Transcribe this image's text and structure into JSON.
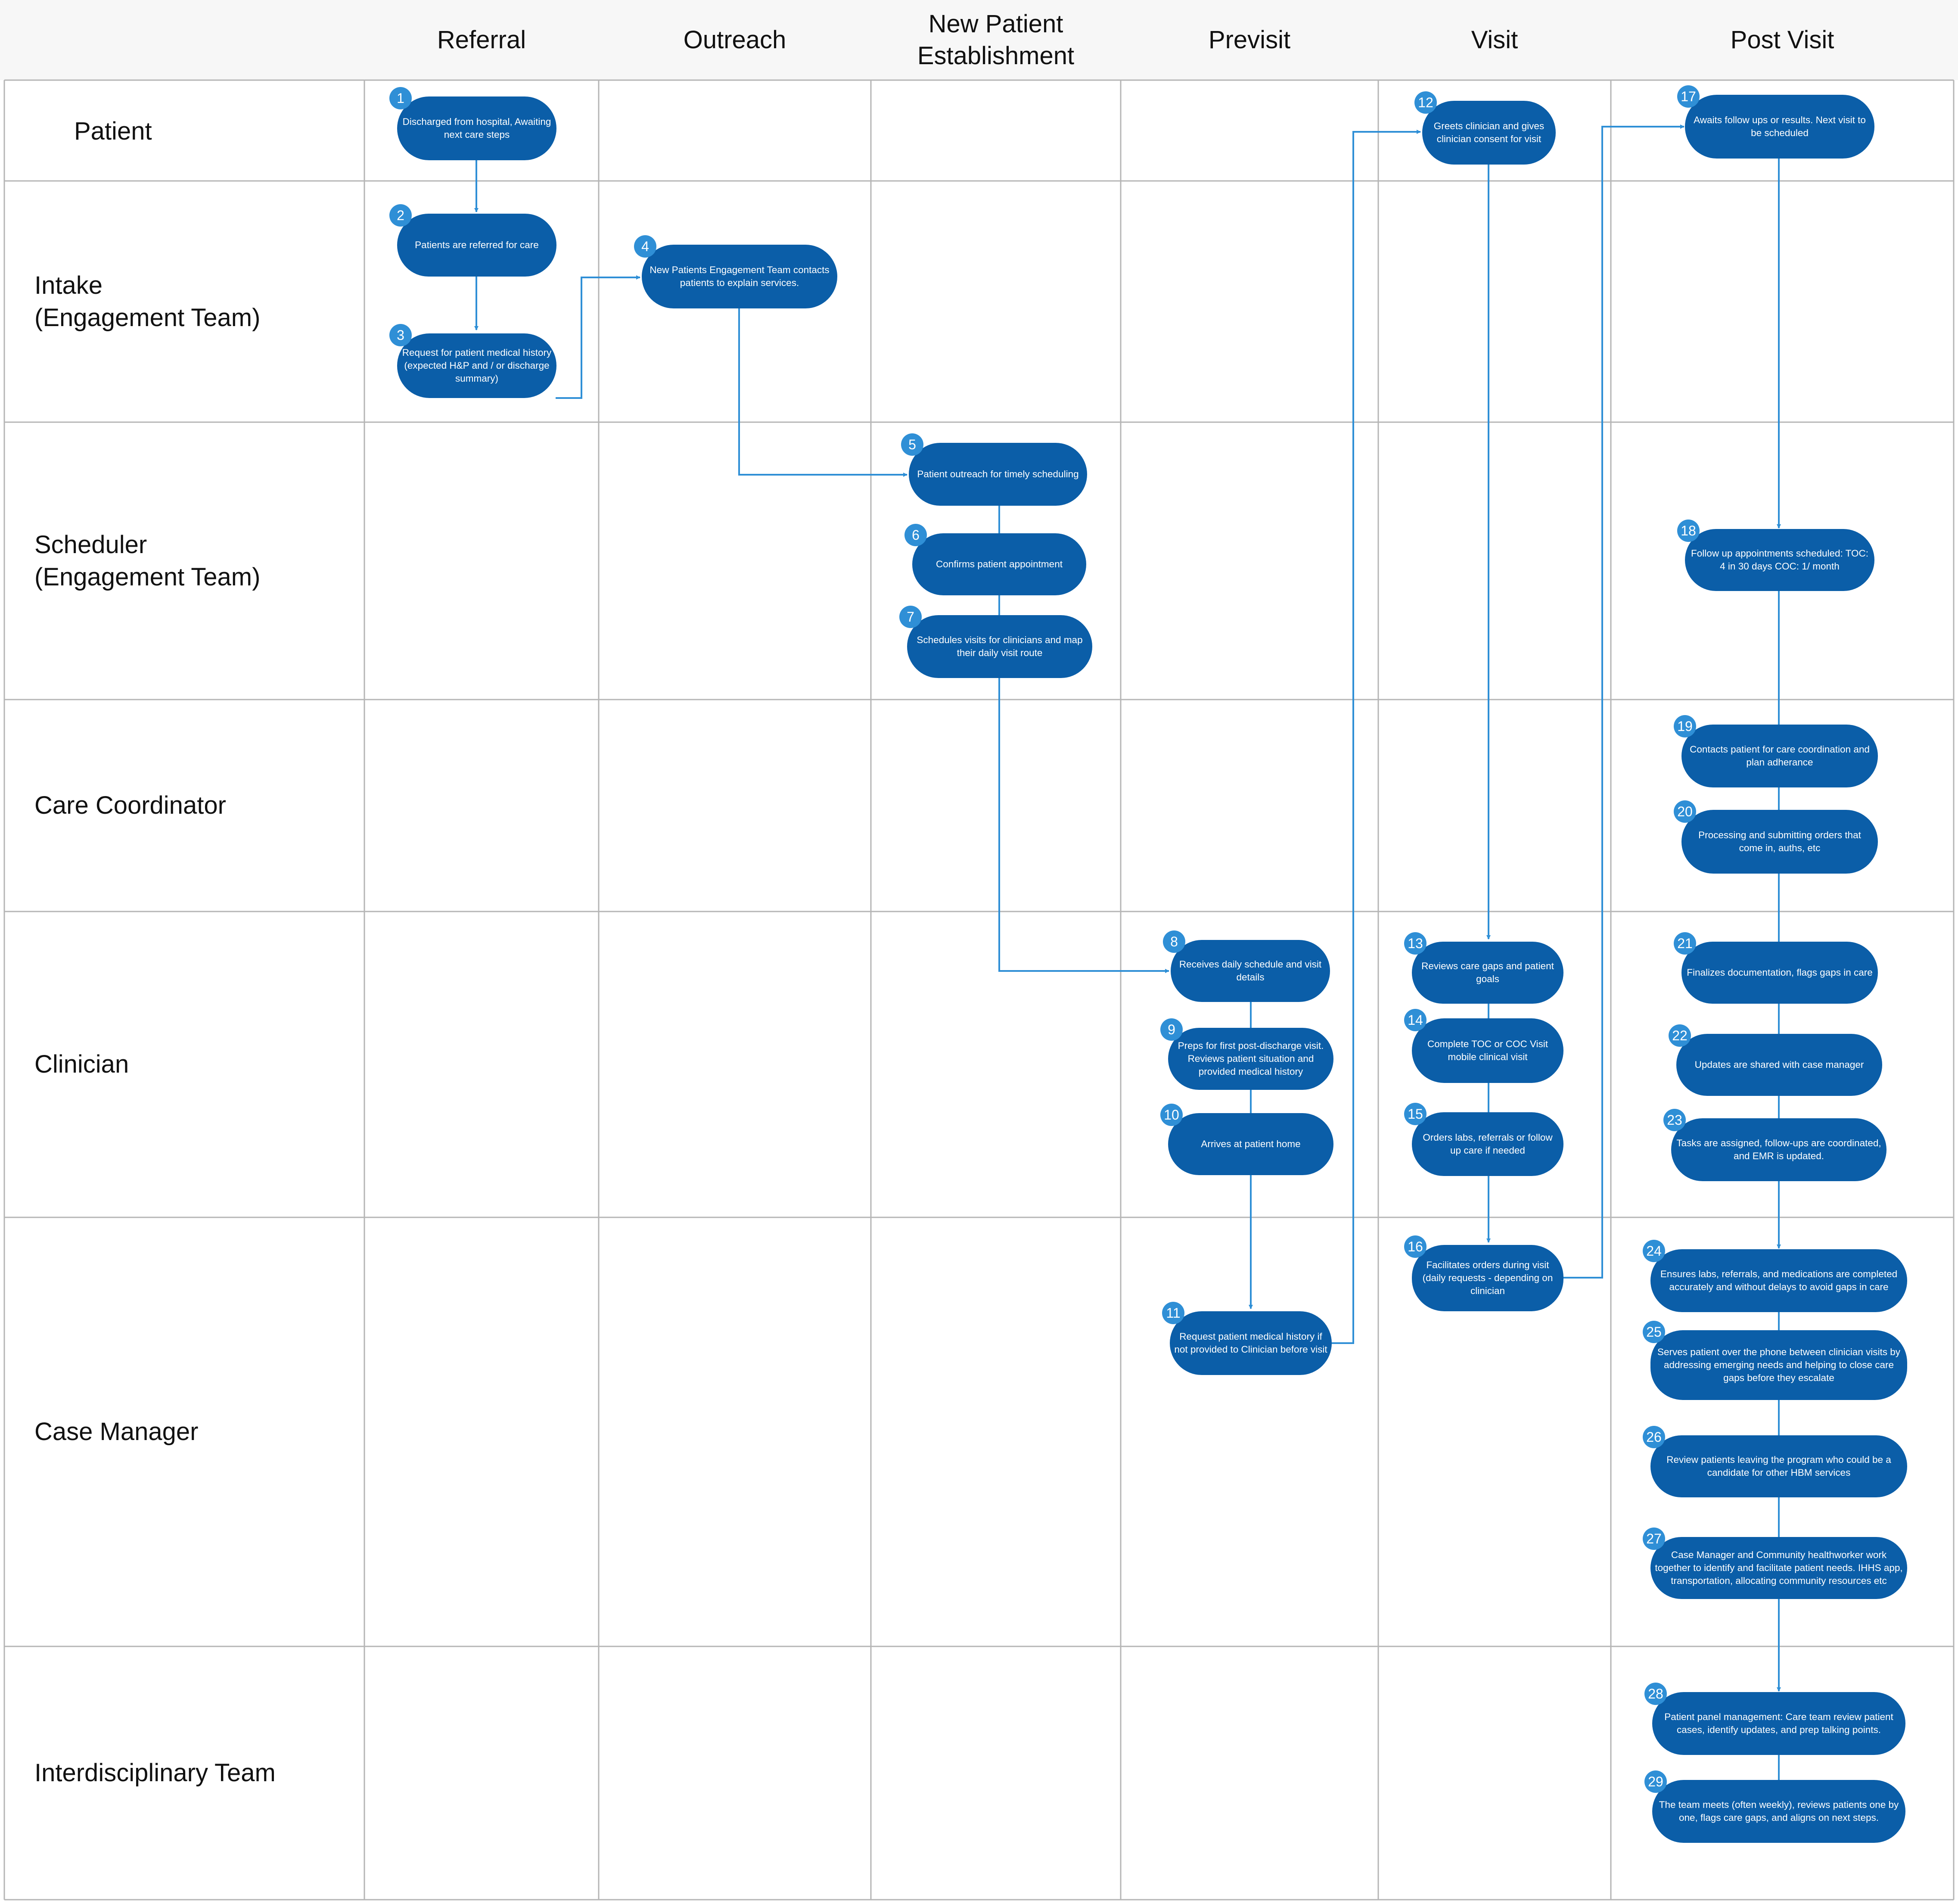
{
  "columns": [
    "Referral",
    "Outreach",
    "New Patient\nEstablishment",
    "Previsit",
    "Visit",
    "Post Visit"
  ],
  "lanes": [
    "Patient",
    "Intake\n(Engagement Team)",
    "Scheduler\n(Engagement Team)",
    "Care Coordinator",
    "Clinician",
    "Case Manager",
    "Interdisciplinary Team"
  ],
  "steps": [
    {
      "num": "1",
      "text": "Discharged from hospital, Awaiting next care steps"
    },
    {
      "num": "2",
      "text": "Patients are referred for care"
    },
    {
      "num": "3",
      "text": "Request for patient medical history (expected H&P and / or discharge summary)"
    },
    {
      "num": "4",
      "text": "New Patients Engagement Team contacts patients to explain services."
    },
    {
      "num": "5",
      "text": "Patient outreach for timely scheduling"
    },
    {
      "num": "6",
      "text": "Confirms patient appointment"
    },
    {
      "num": "7",
      "text": "Schedules visits for clinicians and map their daily visit route"
    },
    {
      "num": "8",
      "text": "Receives daily schedule and visit details"
    },
    {
      "num": "9",
      "text": "Preps for first post-discharge visit. Reviews patient situation and provided medical history"
    },
    {
      "num": "10",
      "text": "Arrives at patient home"
    },
    {
      "num": "11",
      "text": "Request patient medical history if not provided to Clinician before visit"
    },
    {
      "num": "12",
      "text": "Greets clinician and gives clinician consent for visit"
    },
    {
      "num": "13",
      "text": "Reviews care gaps and patient goals"
    },
    {
      "num": "14",
      "text": "Complete TOC or COC Visit mobile clinical visit"
    },
    {
      "num": "15",
      "text": "Orders labs, referrals or follow up care if needed"
    },
    {
      "num": "16",
      "text": "Facilitates orders during visit (daily requests - depending on clinician"
    },
    {
      "num": "17",
      "text": "Awaits follow ups or results. Next visit to be scheduled"
    },
    {
      "num": "18",
      "text": "Follow up appointments scheduled: TOC: 4 in 30 days COC: 1/ month"
    },
    {
      "num": "19",
      "text": "Contacts patient for care coordination and plan adherance"
    },
    {
      "num": "20",
      "text": "Processing and submitting orders that come in, auths, etc"
    },
    {
      "num": "21",
      "text": "Finalizes documentation, flags gaps in care"
    },
    {
      "num": "22",
      "text": "Updates are shared with case manager"
    },
    {
      "num": "23",
      "text": "Tasks are assigned, follow-ups are coordinated, and EMR is updated."
    },
    {
      "num": "24",
      "text": "Ensures labs, referrals, and medications are completed accurately and without delays to avoid gaps in care"
    },
    {
      "num": "25",
      "text": "Serves patient over the phone between clinician visits by addressing emerging needs and helping to close care gaps before they escalate"
    },
    {
      "num": "26",
      "text": "Review patients leaving the program who could be a candidate for other HBM services"
    },
    {
      "num": "27",
      "text": "Case Manager and Community healthworker work together to identify and facilitate patient needs. IHHS app, transportation, allocating community resources etc"
    },
    {
      "num": "28",
      "text": "Patient panel management: Care team review patient cases, identify updates, and prep talking points."
    },
    {
      "num": "29",
      "text": "The team meets (often weekly), reviews patients one by one, flags care gaps, and aligns on next steps."
    }
  ],
  "colors": {
    "node": "#0b5ea8",
    "badge": "#2f8fd6",
    "connector": "#2f8fd6",
    "grid": "#b5b5b5",
    "header_bg": "#f7f7f7"
  }
}
